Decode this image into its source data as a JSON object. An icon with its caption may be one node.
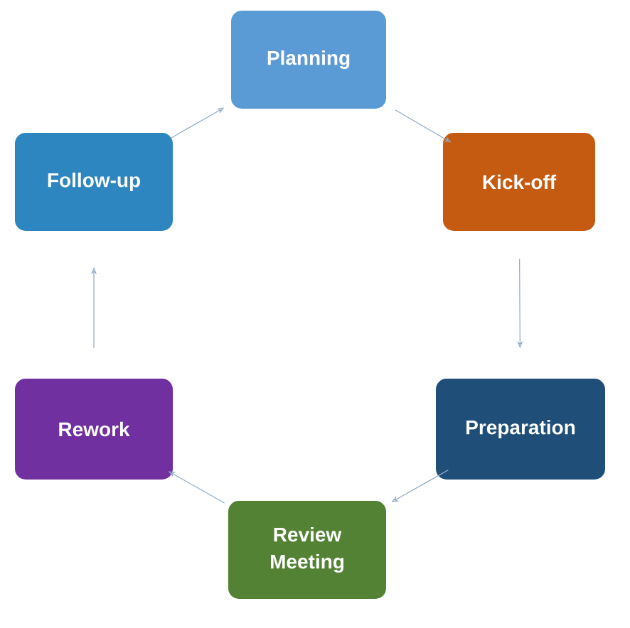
{
  "diagram": {
    "nodes": [
      {
        "text": [
          "Planning"
        ]
      },
      {
        "text": [
          "Kick-off"
        ]
      },
      {
        "text": [
          "Preparation"
        ]
      },
      {
        "text": [
          "Review Meeting"
        ]
      },
      {
        "text": [
          "Rework"
        ]
      },
      {
        "text": [
          "Follow-up"
        ]
      }
    ],
    "edges": [
      {
        "from": 0,
        "to": 1,
        "arrow": "to"
      },
      {
        "from": 1,
        "to": 2,
        "arrow": "to"
      },
      {
        "from": 2,
        "to": 3,
        "arrow": "to"
      },
      {
        "from": 3,
        "to": 4,
        "arrow": "to"
      },
      {
        "from": 4,
        "to": 5,
        "arrow": "to"
      },
      {
        "from": 5,
        "to": 0,
        "arrow": "to"
      }
    ]
  }
}
